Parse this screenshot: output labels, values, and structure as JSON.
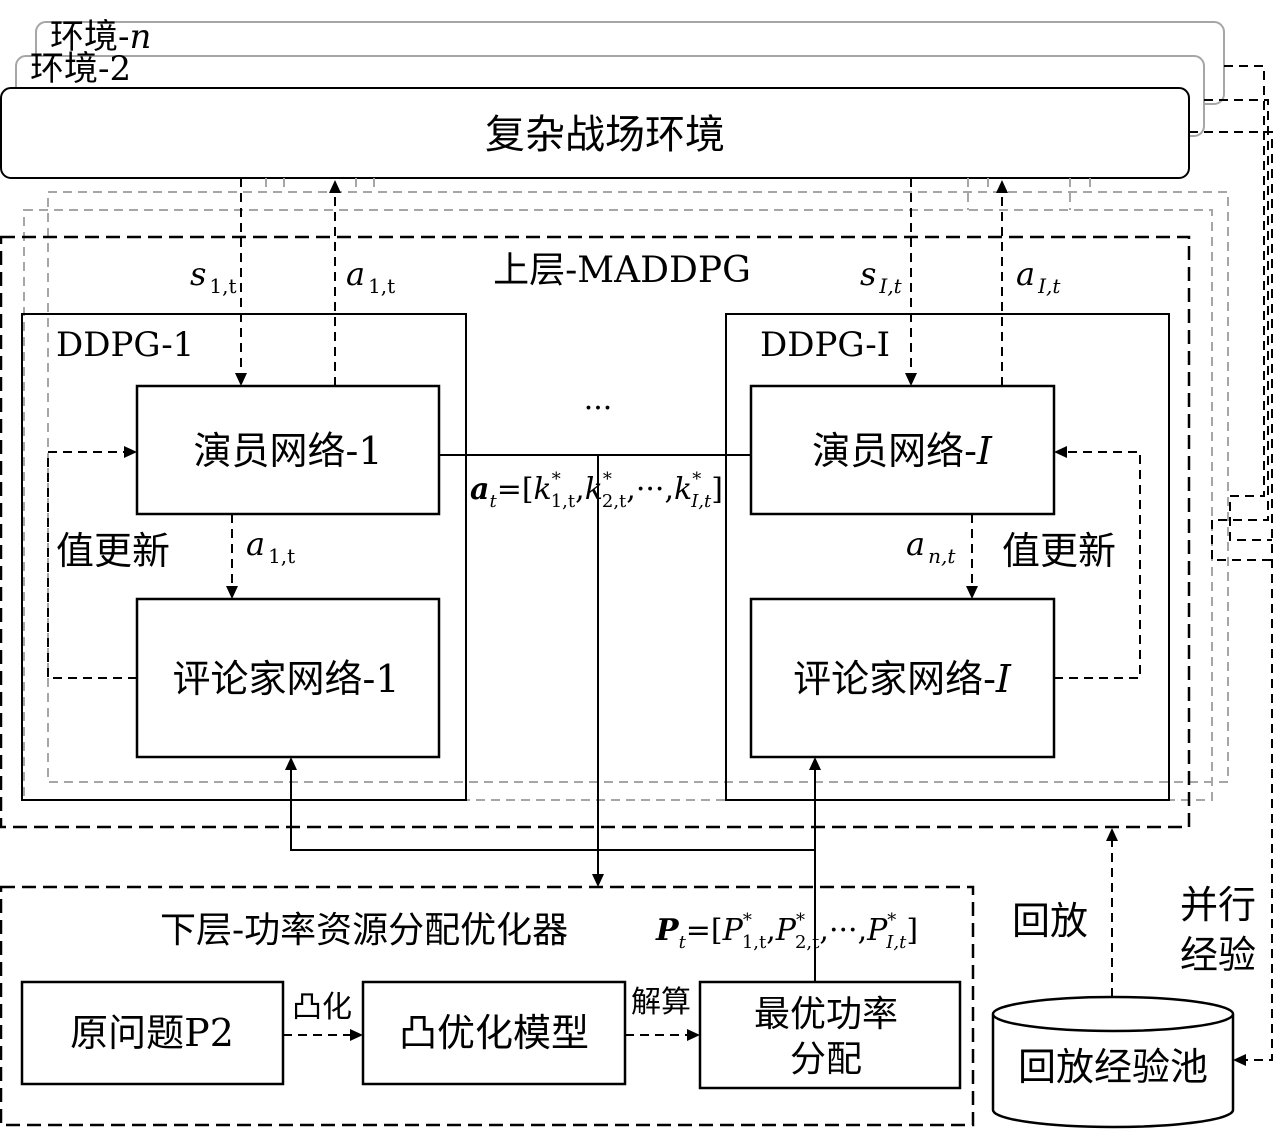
{
  "environments": {
    "env_n_label_prefix": "环境-",
    "env_n_label_var": "n",
    "env_2_label": "环境-2",
    "main_label": "复杂战场环境"
  },
  "upper": {
    "title": "上层-MADDPG",
    "agent_first": {
      "title": "DDPG-1",
      "actor": "演员网络-1",
      "critic": "评论家网络-1",
      "state": "s",
      "state_sub": "1,t",
      "action": "a",
      "action_sub": "1,t",
      "inner_action": "a",
      "inner_action_sub": "1,t",
      "update": "值更新"
    },
    "agent_last": {
      "title": "DDPG-I",
      "actor_prefix": "演员网络-",
      "actor_var": "I",
      "critic_prefix": "评论家网络-",
      "critic_var": "I",
      "state": "s",
      "state_sub": "I,t",
      "action": "a",
      "action_sub": "I,t",
      "inner_action": "a",
      "inner_action_sub": "n,t",
      "update": "值更新"
    },
    "ellipsis": "···",
    "joint_action": {
      "symbol": "a",
      "sub": "t",
      "eq": "=[",
      "k": "k",
      "k1_sub": "1,t",
      "k2_sub": "2,t",
      "kI_sub": "I,t",
      "star": "*",
      "sep": ",",
      "dots": "···",
      "close": "]"
    }
  },
  "lower": {
    "title": "下层-功率资源分配优化器",
    "vector": {
      "symbol": "P",
      "sub": "t",
      "eq": "=[",
      "p1_sub": "1,t",
      "p2_sub": "2,t",
      "pI_sub": "I,t",
      "star": "*",
      "sep": ",",
      "dots": "···",
      "close": "]"
    },
    "original_problem": "原问题P2",
    "convexify": "凸化",
    "convex_model": "凸优化模型",
    "solve": "解算",
    "optimal_line1": "最优功率",
    "optimal_line2": "分配"
  },
  "replay": {
    "replay_label": "回放",
    "parallel_line1": "并行",
    "parallel_line2": "经验",
    "pool_label": "回放经验池"
  },
  "colors": {
    "line": "#000000",
    "ghost": "#a6a6a6",
    "background": "#ffffff"
  }
}
